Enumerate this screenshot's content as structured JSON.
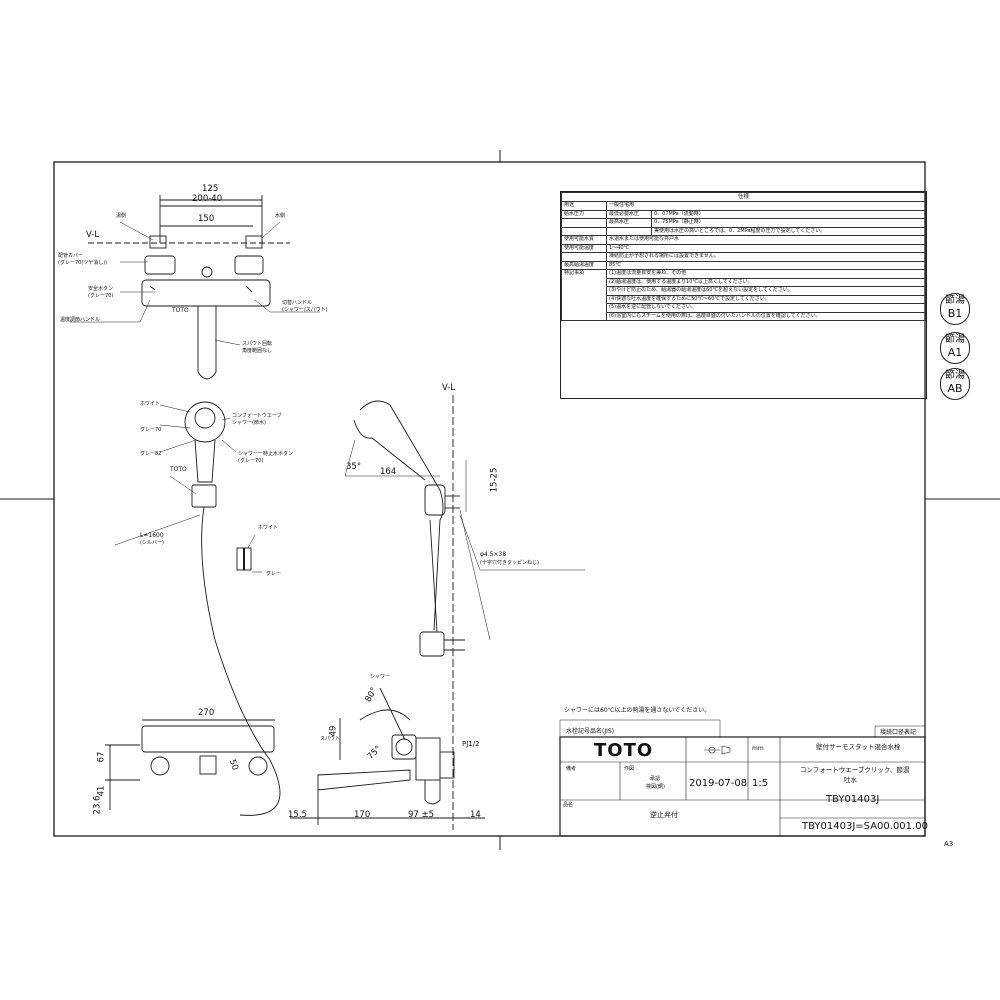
{
  "sheet_size": "A3",
  "spec_table": {
    "title": "仕様",
    "rows": [
      {
        "label": "用途",
        "sub": "",
        "value": "一般住宅用"
      },
      {
        "label": "給水圧力",
        "sub": "最低必要水圧",
        "value": "0．07MPa（流動時）"
      },
      {
        "label": "",
        "sub": "最高水圧",
        "value": "0．75MPa（静止時）"
      },
      {
        "label": "",
        "sub": "",
        "value": "実使用は水圧の高いところでは、0．2MPa程度の圧力で設定してください。"
      },
      {
        "label": "使用可能水質",
        "sub": "",
        "value": "水道水または使用可能な井戸水"
      },
      {
        "label": "使用可能温度",
        "sub": "",
        "value": "1～40℃"
      },
      {
        "label": "",
        "sub": "",
        "value": "凍結防止が予想される場所には設置できません。"
      },
      {
        "label": "最高給湯温度",
        "sub": "",
        "value": "85℃"
      },
      {
        "label": "特記事項",
        "sub": "",
        "value": "(1)温度は流量目安を兼ね、その他"
      },
      {
        "label": "",
        "sub": "",
        "value": "(2)給湯温度は、使用する温度より10℃以上高くしてください。"
      },
      {
        "label": "",
        "sub": "",
        "value": "(3)やけど防止のため、給湯器の給湯温度は60℃を超えない設定をしてください。"
      },
      {
        "label": "",
        "sub": "",
        "value": "(4)快適な吐水温度を確保するために50℃～60℃で設定してください。"
      },
      {
        "label": "",
        "sub": "",
        "value": "(5)温水を逆に配管しないでください。"
      },
      {
        "label": "",
        "sub": "",
        "value": "(6)浴室内にもスチームを使用の際は、温度目盛の付いたハンドルの位置を確認してください。"
      }
    ]
  },
  "badges": [
    {
      "top": "節湯",
      "bottom": "B1"
    },
    {
      "top": "節湯",
      "bottom": "A1"
    },
    {
      "top": "節湯",
      "bottom": "AB"
    }
  ],
  "title_block": {
    "brand": "TOTO",
    "note_top": "シャワーには60℃以上の熱湯を通さないでください。",
    "left_header": "水栓記号品名(JIS)",
    "right_header": "接続口径表記",
    "product_name": "壁付サーモスタット混合水栓",
    "product_subname": "コンフォートウエーブクリック、節湯",
    "product_subname2": "吐水",
    "unit": "mm",
    "cell_a": "備考",
    "cell_b": "作図",
    "cell_c": "承認",
    "cell_d": "検図(鋼)",
    "date": "2019-07-08",
    "scale": "1:5",
    "model": "TBY01403J",
    "footer_left_label": "品名",
    "footer_left_value": "逆止弁付",
    "drawing_no": "TBY01403J=SA00.001.00"
  },
  "labels": {
    "hot": "湯側",
    "cold": "水側",
    "vl_left": "V-L",
    "vl_right": "V-L",
    "cover": "配管カバー",
    "cover_sub": "(グレー70(ツヤ消し))",
    "safety_btn": "安全ボタン",
    "safety_btn_sub": "(グレー70)",
    "temp_handle": "温度調節ハンドル",
    "toto_mark": "TOTO",
    "switch_handle": "切替ハンドル",
    "switch_handle_sub": "(シャワー/スパウト)",
    "spout": "スパウト回転",
    "spout_sub": "角度範囲なし",
    "white1": "ホワイト",
    "grey70": "グレー70",
    "grey82": "グレー82",
    "comfort": "コンフォートウエーブ",
    "comfort_sub": "シャワー(節水)",
    "shower_btn": "シャワー一時止水ボタン",
    "shower_btn_sub": "(グレー70)",
    "toto_mark2": "TOTO",
    "hose": "L=1600",
    "hose_sub": "(シルバー)",
    "white2": "ホワイト",
    "grey2": "グレー",
    "screw": "φ4.5×38",
    "screw_sub": "(十字穴付きタッピンねじ)",
    "shower": "シャワー",
    "spout2": "スパウト",
    "pj": "PJ1/2"
  },
  "dimensions": {
    "d125": "125",
    "d200_40": "200-40",
    "d150": "150",
    "d270": "270",
    "d67": "67",
    "d41": "41",
    "d23_6": "23.6",
    "d50": "50",
    "d35deg": "35°",
    "d164": "164",
    "d15_25": "15-25",
    "d80deg": "80°",
    "d49": "49",
    "d75deg": "75°",
    "d15_5": "15.5",
    "d170": "170",
    "d97": "97 ±5",
    "d14": "14"
  },
  "colors": {
    "line": "#1a1a1a",
    "paper": "#ffffff"
  }
}
